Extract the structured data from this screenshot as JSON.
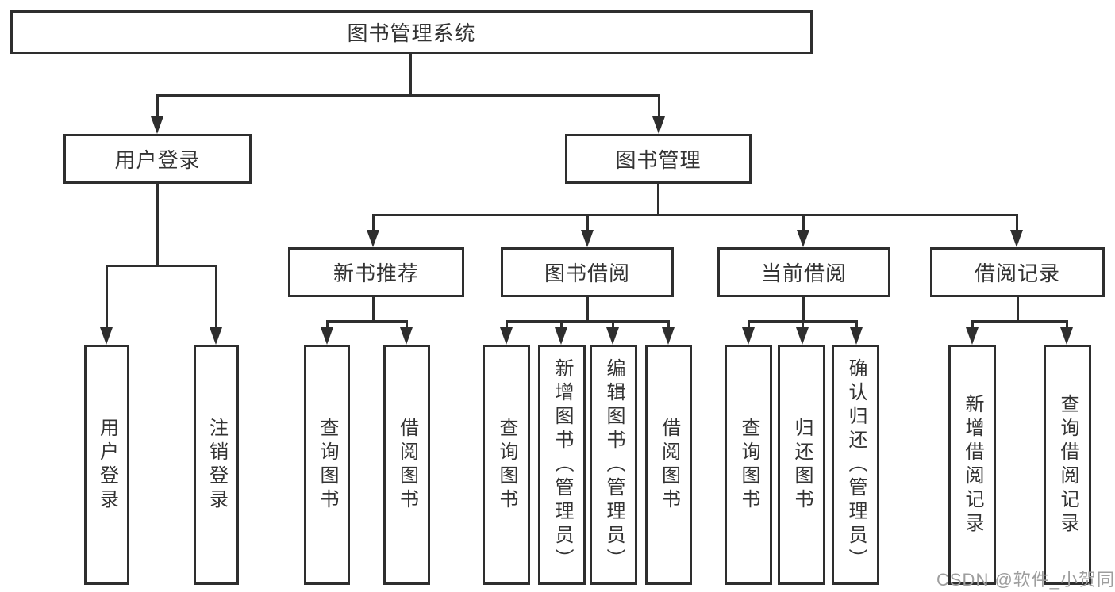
{
  "tree": {
    "root": "图书管理系统",
    "branches": [
      {
        "label": "用户登录",
        "leaves": [
          "用户登录",
          "注销登录"
        ]
      },
      {
        "label": "图书管理",
        "children": [
          {
            "label": "新书推荐",
            "leaves": [
              "查询图书",
              "借阅图书"
            ]
          },
          {
            "label": "图书借阅",
            "leaves": [
              "查询图书",
              "新增图书（管理员）",
              "编辑图书（管理员）",
              "借阅图书"
            ]
          },
          {
            "label": "当前借阅",
            "leaves": [
              "查询图书",
              "归还图书",
              "确认归还（管理员）"
            ]
          },
          {
            "label": "借阅记录",
            "leaves": [
              "新增借阅记录",
              "查询借阅记录"
            ]
          }
        ]
      }
    ]
  },
  "watermark": {
    "text": "CSDN @软件_小贺同学"
  },
  "colors": {
    "line": "#2e2e2e",
    "text": "#333333",
    "watermark": "#9e9e9e",
    "background": "#ffffff"
  }
}
